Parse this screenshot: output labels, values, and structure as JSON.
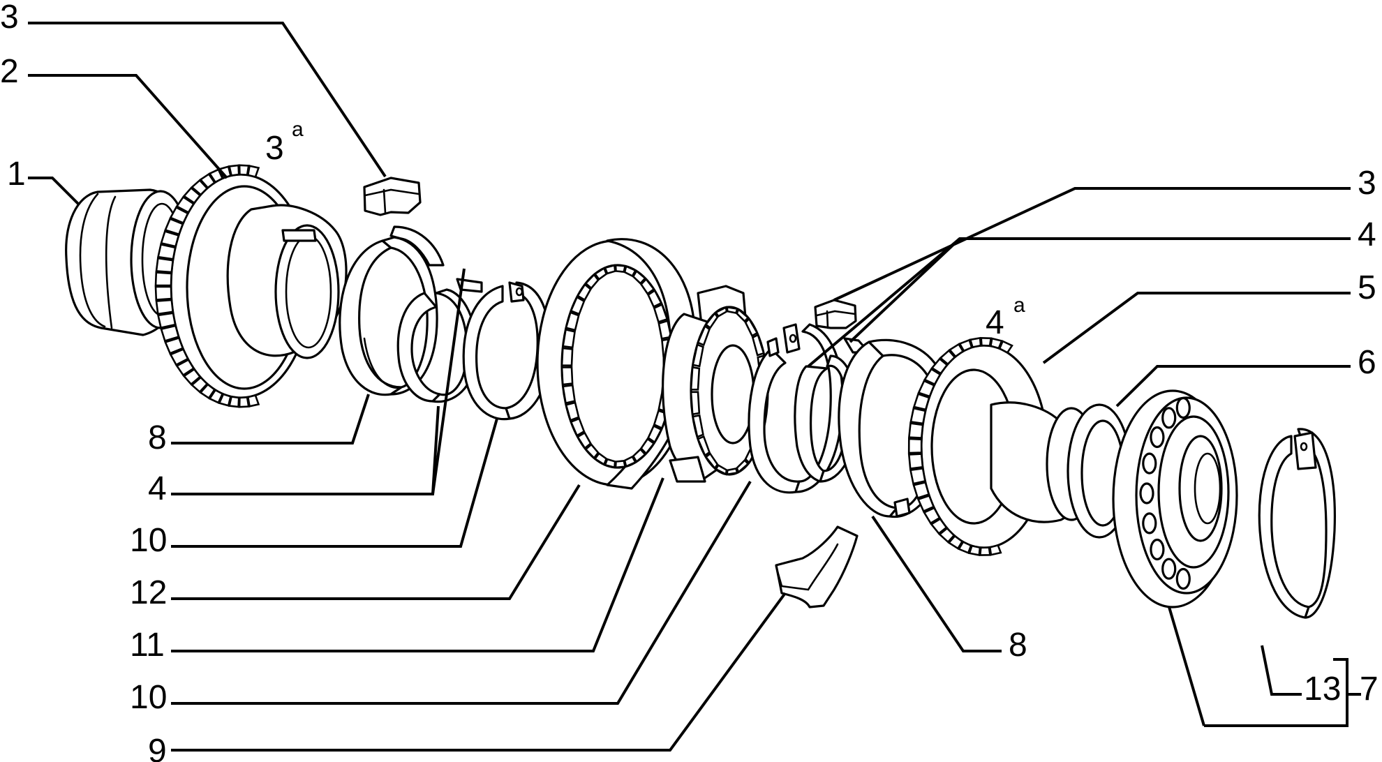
{
  "callouts": {
    "c1": "1",
    "c2": "2",
    "c3_left": "3",
    "c3_right": "3",
    "c4_right": "4",
    "c4_left": "4",
    "c5": "5",
    "c6": "6",
    "c7": "7",
    "c8_left": "8",
    "c8_right": "8",
    "c9": "9",
    "c10_upper": "10",
    "c10_lower": "10",
    "c11": "11",
    "c12": "12",
    "c13": "13"
  },
  "gear_labels": {
    "third": {
      "num": "3",
      "sup": "a"
    },
    "fourth": {
      "num": "4",
      "sup": "a"
    }
  }
}
